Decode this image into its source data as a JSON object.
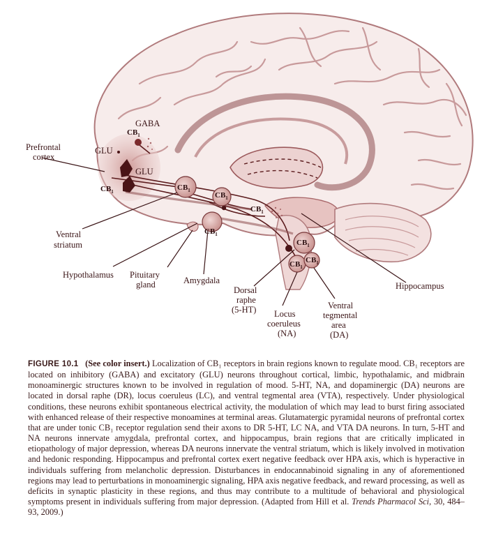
{
  "labels": {
    "prefrontal_1": "Prefrontal",
    "prefrontal_2": "cortex",
    "gaba": "GABA",
    "glu_1": "GLU",
    "glu_2": "GLU",
    "cb": "CB",
    "cb_sub": "1",
    "ventral_striatum_1": "Ventral",
    "ventral_striatum_2": "striatum",
    "hypothalamus": "Hypothalamus",
    "pituitary_1": "Pituitary",
    "pituitary_2": "gland",
    "amygdala": "Amygdala",
    "dorsal_raphe_1": "Dorsal",
    "dorsal_raphe_2": "raphe",
    "dorsal_raphe_3": "(5-HT)",
    "locus_1": "Locus",
    "locus_2": "coeruleus",
    "locus_3": "(NA)",
    "vta_1": "Ventral",
    "vta_2": "tegmental",
    "vta_3": "area",
    "vta_4": "(DA)",
    "hippocampus": "Hippocampus"
  },
  "caption": {
    "figure_number": "FIGURE 10.1",
    "color_insert": "(See color insert.)",
    "text": "Localization of CB₁ receptors in brain regions known to regulate mood. CB₁ receptors are located on inhibitory (GABA) and excitatory (GLU) neurons throughout cortical, limbic, hypothalamic, and midbrain monoaminergic structures known to be involved in regulation of mood. 5-HT, NA, and dopaminergic (DA) neurons are located in dorsal raphe (DR), locus coeruleus (LC), and ventral tegmental area (VTA), respectively. Under physiological conditions, these neurons exhibit spontaneous electrical activity, the modulation of which may lead to burst firing associated with enhanced release of their respective monoamines at terminal areas. Glutamatergic pyramidal neurons of prefrontal cortex that are under tonic CB₁ receptor regulation send their axons to DR 5-HT, LC NA, and VTA DA neurons. In turn, 5-HT and NA neurons innervate amygdala, prefrontal cortex, and hippocampus, brain regions that are critically implicated in etiopathology of major depression, whereas DA neurons innervate the ventral striatum, which is likely involved in motivation and hedonic responding. Hippocampus and prefrontal cortex exert negative feedback over HPA axis, which is hyperactive in individuals suffering from melancholic depression. Disturbances in endocannabinoid signaling in any of aforementioned regions may lead to perturbations in monoaminergic signaling, HPA axis negative feedback, and reward processing, as well as deficits in synaptic plasticity in these regions, and thus may contribute to a multitude of behavioral and physiological symptoms present in individuals suffering from major depression. (Adapted from Hill et al.",
    "journal": "Trends Pharmacol Sci",
    "citation_end": ", 30, 484–93, 2009.)"
  },
  "colors": {
    "ink": "#3a1416",
    "brain_line": "#b07a7c",
    "region_fill": "#e8c6c4",
    "nucleus_fill": "#d9a9a6",
    "dark_node": "#5a1a1c"
  }
}
